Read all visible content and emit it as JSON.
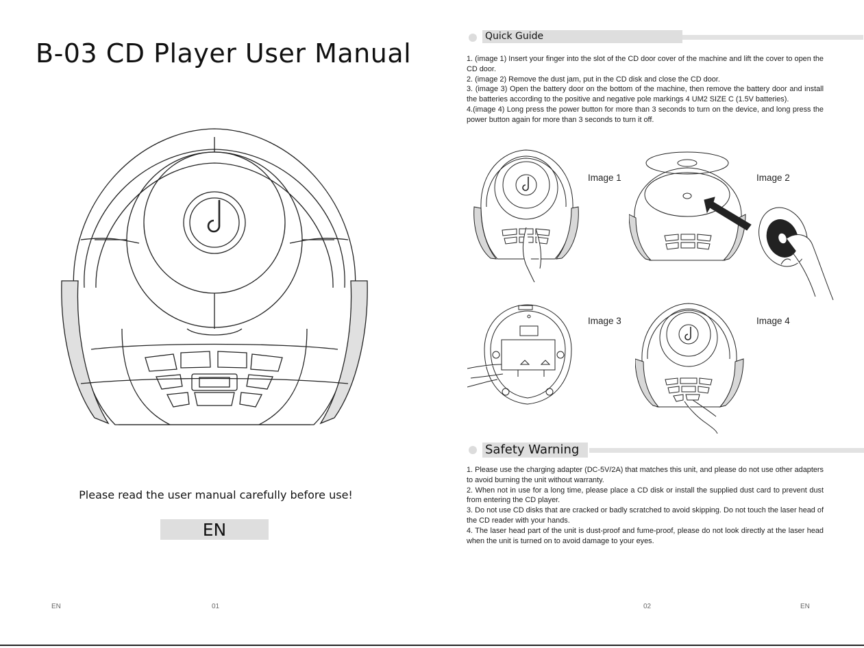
{
  "left_page": {
    "title": "B-03 CD Player User Manual",
    "notice": "Please read the user manual carefully before use!",
    "language_box": "EN",
    "footer_lang": "EN",
    "footer_page": "01"
  },
  "right_page": {
    "quick_guide": {
      "heading": "Quick Guide",
      "steps": [
        "1. (image 1) Insert your finger into the slot of the CD door cover of the machine and lift the cover to open the CD door.",
        "2. (image 2) Remove the dust jam, put in the CD disk and close the CD door.",
        "3. (image 3) Open the battery door on the bottom of the machine, then remove the battery door and install the batteries according to the positive and negative pole markings 4 UM2 SIZE C (1.5V batteries).",
        "4.(image 4) Long press the power button for more than 3 seconds to turn on the device, and long press the power button again for more than 3 seconds to turn it off."
      ],
      "image_labels": [
        "Image 1",
        "Image 2",
        "Image 3",
        "Image 4"
      ]
    },
    "safety_warning": {
      "heading": "Safety Warning",
      "items": [
        "1. Please use the charging adapter (DC-5V/2A) that matches this unit, and please do not use other adapters to avoid burning the unit without warranty.",
        "2. When not in use for a long time, please place a CD disk or install the supplied dust card to prevent dust from entering the CD player.",
        "3. Do not use CD disks that are cracked or badly scratched to avoid skipping. Do not touch the laser head of the CD reader with your hands.",
        "4. The laser head part of the unit is dust-proof and fume-proof, please do not look directly at the laser head when the unit is turned on to avoid damage to your eyes."
      ]
    },
    "footer_page": "02",
    "footer_lang": "EN"
  },
  "colors": {
    "section_bar": "#dedede",
    "rule": "#e2e2e2",
    "ink": "#111111"
  },
  "icons": [
    "power-icon",
    "cd-disc-icon",
    "hand-icon",
    "arrow-icon"
  ]
}
